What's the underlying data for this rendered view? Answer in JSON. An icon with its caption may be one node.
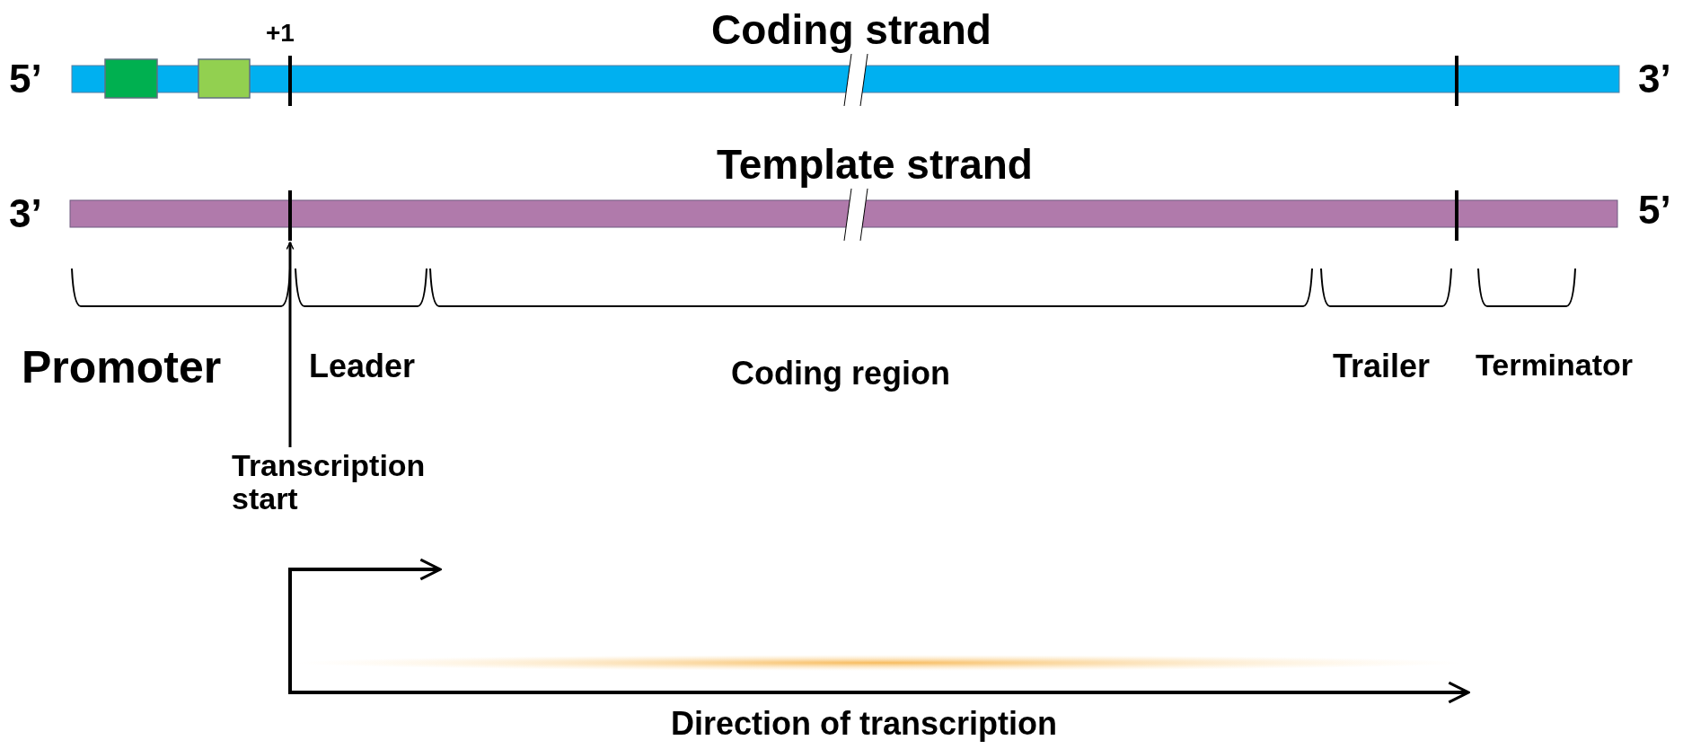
{
  "diagram": {
    "nodes": [
      {
        "text": [
          "Transcription start"
        ]
      },
      {
        "text": [],
        "shape": "bar"
      },
      {
        "text": [],
        "shape": "bar"
      },
      {
        "text": [],
        "shape": "line"
      }
    ],
    "edges": [
      {
        "from": 0,
        "to": 3,
        "arrow": "to"
      }
    ],
    "labels": [
      "Coding strand",
      "+1",
      "5’",
      "3’",
      "Template strand",
      "3’",
      "5’",
      "Promoter",
      "Leader",
      "Coding region",
      "Trailer",
      "Terminator",
      "Direction of transcription"
    ]
  }
}
